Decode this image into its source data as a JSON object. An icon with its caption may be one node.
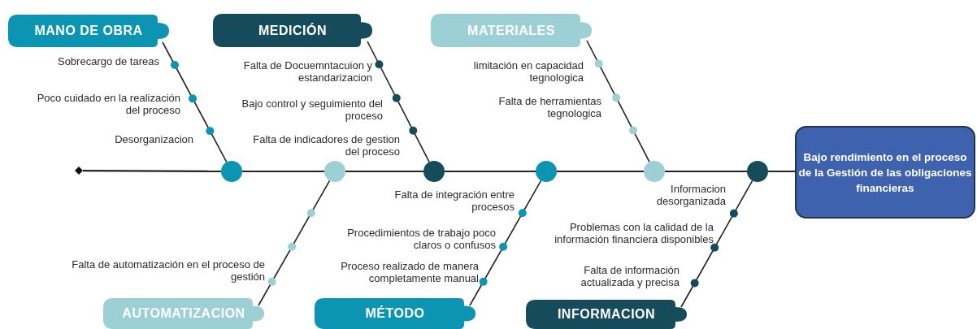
{
  "diagram": {
    "nodes": [
      {
        "text": [
          "MANO DE OBRA"
        ]
      },
      {
        "text": [
          "MEDICIÓN"
        ]
      },
      {
        "text": [
          "MATERIALES"
        ]
      },
      {
        "text": [
          "Bajo rendimiento en el proceso de la Gestión de las obligaciones financieras"
        ]
      },
      {
        "text": [
          "AUTOMATIZACION"
        ]
      },
      {
        "text": [
          "MÉTODO"
        ]
      },
      {
        "text": [
          "INFORMACION"
        ]
      },
      {
        "text": [],
        "shape": "diamond"
      },
      {
        "text": [],
        "shape": "circle"
      },
      {
        "text": [],
        "shape": "circle"
      },
      {
        "text": [],
        "shape": "circle"
      },
      {
        "text": [],
        "shape": "circle"
      },
      {
        "text": [],
        "shape": "circle"
      },
      {
        "text": [],
        "shape": "circle"
      }
    ],
    "edges": [
      {
        "from": 0,
        "to": 8,
        "arrow": "none"
      },
      {
        "from": 1,
        "to": 10,
        "arrow": "none"
      },
      {
        "from": 2,
        "to": 12,
        "arrow": "none"
      },
      {
        "from": 4,
        "to": 9,
        "arrow": "none"
      },
      {
        "from": 5,
        "to": 11,
        "arrow": "none"
      },
      {
        "from": 6,
        "to": 13,
        "arrow": "none"
      },
      {
        "from": 7,
        "to": 8,
        "arrow": "none"
      },
      {
        "from": 8,
        "to": 9,
        "arrow": "none"
      },
      {
        "from": 9,
        "to": 10,
        "arrow": "none"
      },
      {
        "from": 10,
        "to": 11,
        "arrow": "none"
      },
      {
        "from": 11,
        "to": 12,
        "arrow": "none"
      },
      {
        "from": 12,
        "to": 13,
        "arrow": "none"
      },
      {
        "from": 13,
        "to": 3,
        "arrow": "none"
      }
    ],
    "labels": [
      "Sobrecargo de tareas",
      "Falta de Docuemntacuion y estandarizacion",
      "limitación en capacidad tegnologica",
      "Poco cuidado en la realización del proceso",
      "Falta de herramientas tegnologica",
      "Bajo control y seguimiento del proceso",
      "Desorganizacion",
      "Falta de indicadores de gestion del proceso",
      "Informacion desorganizada",
      "Falta de integración entre procesos",
      "Problemas con la calidad de la información financiera disponibles",
      "Procedimientos de trabajo poco claros o confusos",
      "Falta de automatización en el proceso de gestión",
      "Proceso realizado de manera completamente manual",
      "Falta de información actualizada y precisa"
    ]
  }
}
